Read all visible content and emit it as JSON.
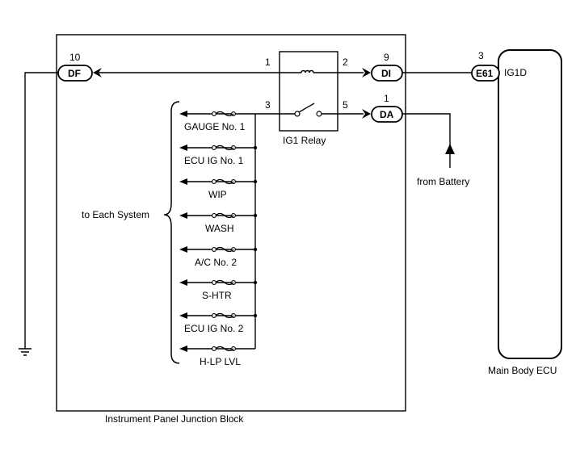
{
  "junction_block": {
    "label": "Instrument Panel Junction Block"
  },
  "relay": {
    "label": "IG1 Relay",
    "pins": {
      "coil_in": "1",
      "coil_out": "2",
      "switch_in": "3",
      "switch_out": "5"
    }
  },
  "connectors": {
    "df": {
      "label": "DF",
      "pin": "10"
    },
    "di": {
      "label": "DI",
      "pin": "9"
    },
    "da": {
      "label": "DA",
      "pin": "1"
    },
    "e61": {
      "label": "E61",
      "pin": "3"
    }
  },
  "ecu": {
    "label": "Main Body ECU",
    "terminal": "IG1D"
  },
  "battery": {
    "label": "from Battery"
  },
  "systems": {
    "label": "to Each System"
  },
  "fuses": [
    {
      "label": "GAUGE No. 1"
    },
    {
      "label": "ECU IG No. 1"
    },
    {
      "label": "WIP"
    },
    {
      "label": "WASH"
    },
    {
      "label": "A/C No. 2"
    },
    {
      "label": "S-HTR"
    },
    {
      "label": "ECU IG No. 2"
    },
    {
      "label": "H-LP LVL"
    }
  ],
  "ground": {
    "icon": "ground-icon"
  }
}
